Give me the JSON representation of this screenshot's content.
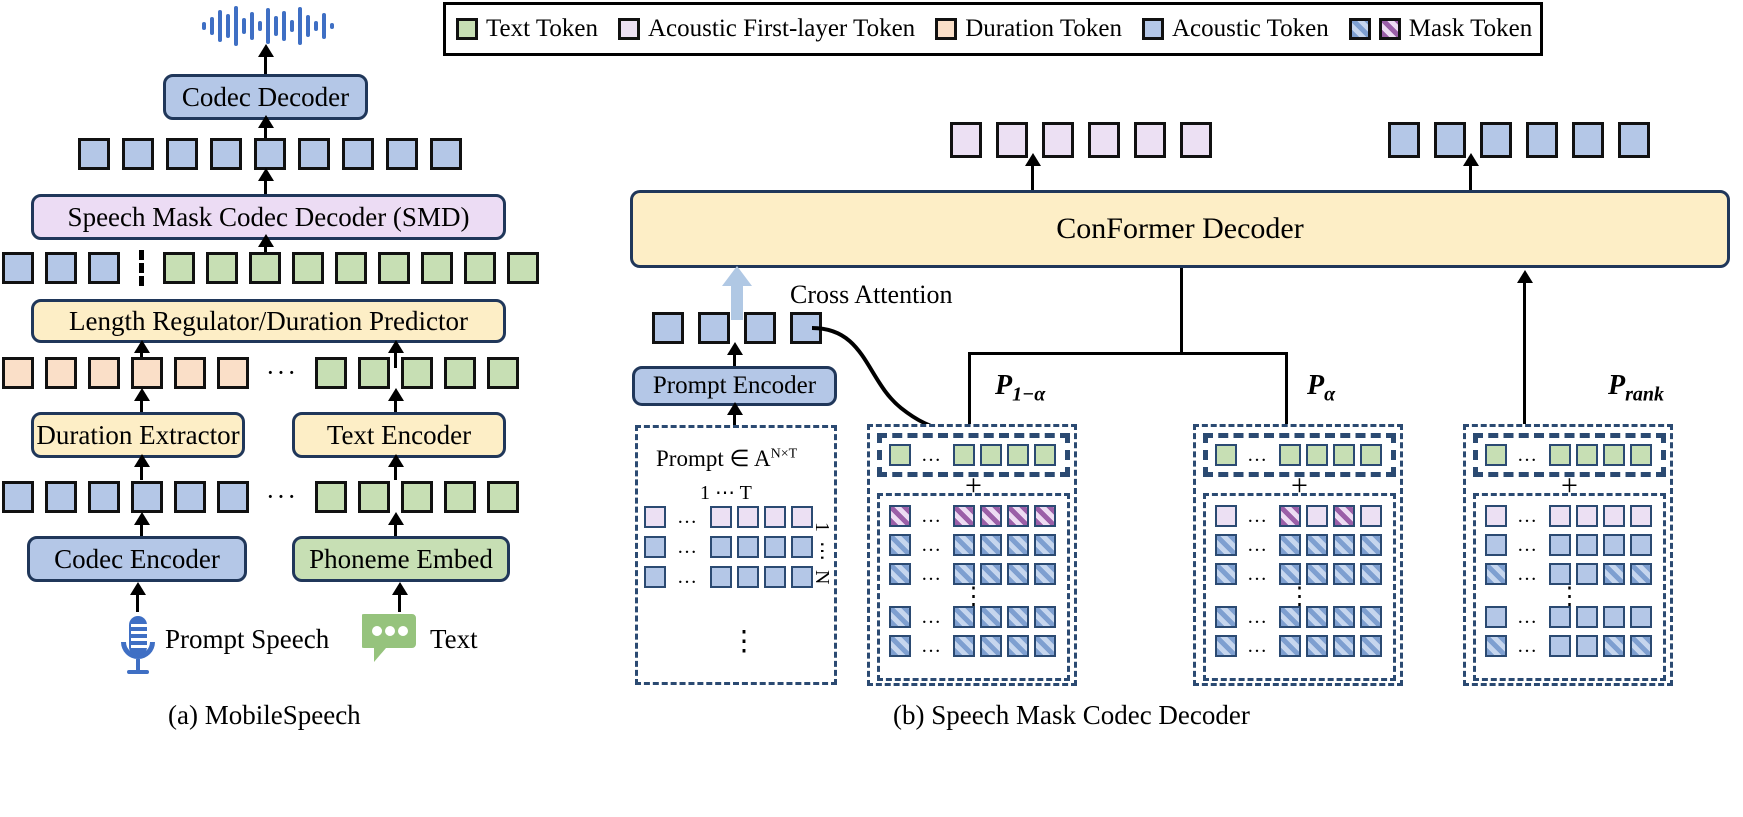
{
  "legend": {
    "items": [
      {
        "label": "Text Token",
        "swatch": "text",
        "color": "#c7dfb4"
      },
      {
        "label": "Acoustic First-layer Token",
        "swatch": "acoustic-first",
        "color": "#ece0f3"
      },
      {
        "label": "Duration Token",
        "swatch": "duration",
        "color": "#fadfc8"
      },
      {
        "label": "Acoustic Token",
        "swatch": "acoustic",
        "color": "#b4c7e7"
      },
      {
        "label": "Mask Token",
        "swatch": "mask",
        "color": "#7e9fd0"
      }
    ]
  },
  "panel_a": {
    "caption": "(a) MobileSpeech",
    "blocks": {
      "codec_decoder": "Codec Decoder",
      "smd": "Speech Mask Codec Decoder (SMD)",
      "length_regulator": "Length Regulator/Duration Predictor",
      "duration_extractor": "Duration Extractor",
      "text_encoder": "Text Encoder",
      "codec_encoder": "Codec Encoder",
      "phoneme_embed": "Phoneme Embed"
    },
    "inputs": {
      "prompt_speech": "Prompt Speech",
      "text": "Text"
    },
    "rows": {
      "output_acoustic_count": 9,
      "smd_input_acoustic_count": 3,
      "smd_input_text_count": 9,
      "duration_count": 6,
      "duration_text_count": 5,
      "codec_count": 6,
      "phoneme_count": 5,
      "ellipsis": "···"
    }
  },
  "panel_b": {
    "caption": "(b) Speech Mask Codec Decoder",
    "decoder_label": "ConFormer Decoder",
    "prompt_encoder_label": "Prompt Encoder",
    "cross_attention_label": "Cross Attention",
    "prompt_box": {
      "title": "Prompt ∈ A",
      "title_sup": "N×T",
      "col_label": "1 ⋯ T",
      "row_label": "1 ⋯ N",
      "ellipsis": "…",
      "vdots": "⋮"
    },
    "prompt_tokens_count": 4,
    "outputs": {
      "acoustic_first_count": 6,
      "acoustic_count": 6
    },
    "groups": [
      {
        "name": "P_1_minus_alpha",
        "label": "P",
        "sub": "1−α"
      },
      {
        "name": "P_alpha",
        "label": "P",
        "sub": "α"
      },
      {
        "name": "P_rank",
        "label": "P",
        "sub": "rank"
      }
    ],
    "plus_sign": "+"
  }
}
